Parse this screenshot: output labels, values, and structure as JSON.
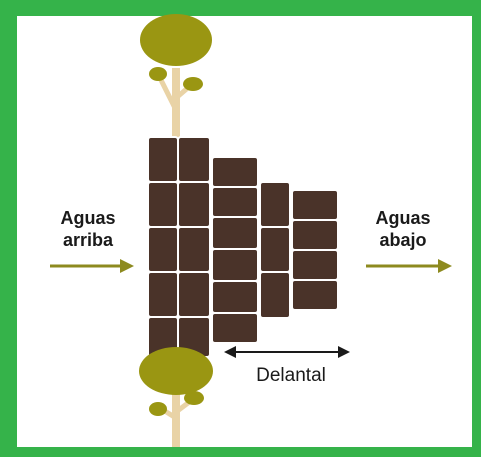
{
  "labels": {
    "upstream_line1": "Aguas",
    "upstream_line2": "arriba",
    "downstream_line1": "Aguas",
    "downstream_line2": "abajo",
    "apron": "Delantal"
  },
  "colors": {
    "frame": "#35b34a",
    "stone": "#4a3329",
    "stone_outline": "#ffffff",
    "tree_canopy": "#9a9612",
    "tree_trunk": "#e9d3a6",
    "arrow": "#8d8a1f",
    "text": "#1a1a1a"
  }
}
